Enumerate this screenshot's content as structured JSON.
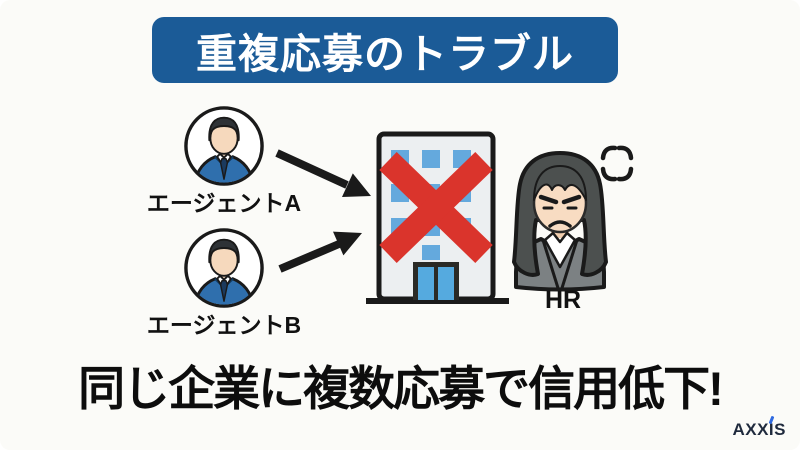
{
  "title": {
    "text": "重複応募のトラブル"
  },
  "agents": [
    {
      "label": "エージェントA"
    },
    {
      "label": "エージェントB"
    }
  ],
  "hr": {
    "label": "HR"
  },
  "caption": {
    "text": "同じ企業に複数応募で信用低下!"
  },
  "brand": {
    "text": "AXXIS",
    "accent_color": "#2f6ae0"
  },
  "colors": {
    "banner_bg": "#1b5b97",
    "banner_text": "#ffffff",
    "cross_red": "#da342c",
    "window_blue": "#64a9dd",
    "door_blue": "#55aadf",
    "building_fill": "#eceff1",
    "agent_suit_blue": "#2f6fad",
    "agent_tie_navy": "#1b3a5e",
    "hr_suit_gray": "#7c8183",
    "hair_dark": "#4c504f",
    "skin": "#f8dcc2",
    "outline_black": "#1a1a1a",
    "background": "#fbfbf8"
  }
}
